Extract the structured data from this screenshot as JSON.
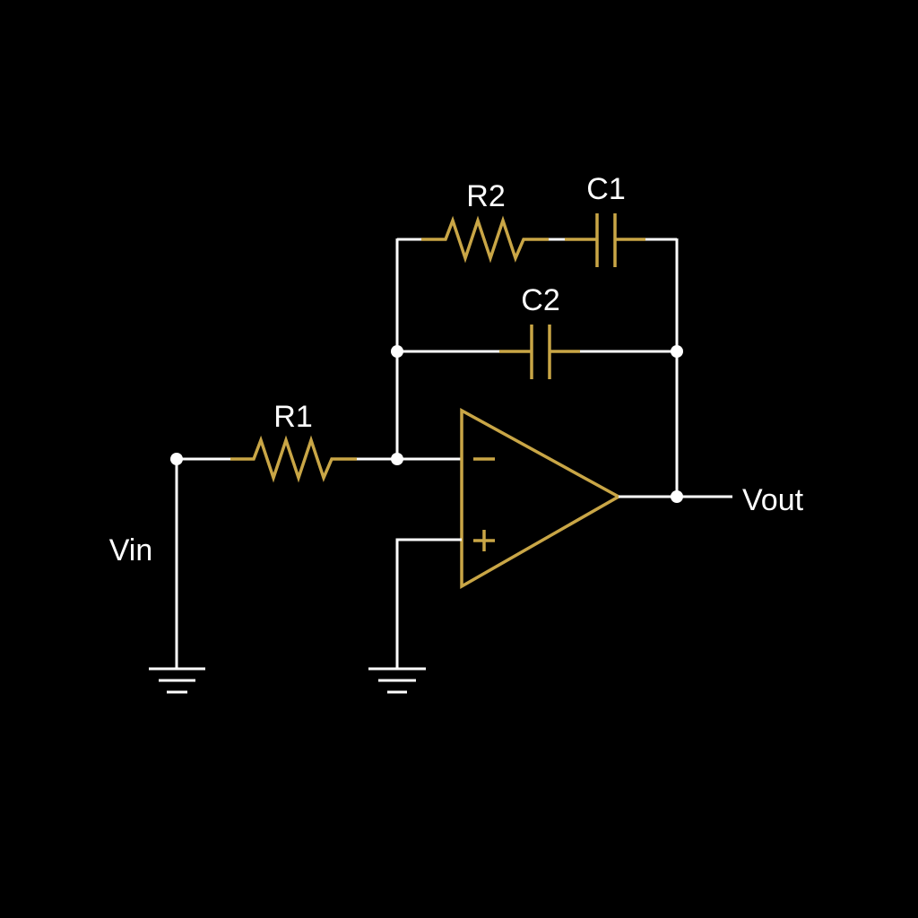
{
  "colors": {
    "background": "#000000",
    "wire": "#ffffff",
    "component": "#c9a646"
  },
  "labels": {
    "r1": "R1",
    "r2": "R2",
    "c1": "C1",
    "c2": "C2",
    "vin": "Vin",
    "vout": "Vout"
  },
  "opamp": {
    "inverting_sign": "−",
    "noninverting_sign": "+"
  }
}
